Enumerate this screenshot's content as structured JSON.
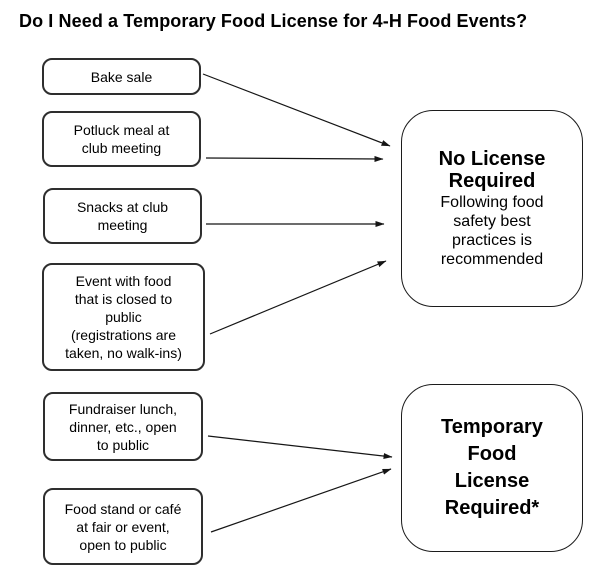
{
  "title": "Do I Need a Temporary Food License for 4-H Food Events?",
  "colors": {
    "background": "#ffffff",
    "text": "#000000",
    "box_border": "#2e2e2e",
    "outcome_border": "#1c1c1c",
    "arrow": "#151515"
  },
  "left_nodes": [
    {
      "id": "bake-sale",
      "label": "Bake sale"
    },
    {
      "id": "potluck",
      "label": "Potluck meal at\nclub meeting"
    },
    {
      "id": "snacks",
      "label": "Snacks at club\nmeeting"
    },
    {
      "id": "closed-event",
      "label": "Event with food\nthat is closed to\npublic\n(registrations are\ntaken, no walk-ins)"
    },
    {
      "id": "fundraiser",
      "label": "Fundraiser lunch,\ndinner, etc., open\nto public"
    },
    {
      "id": "food-stand",
      "label": "Food stand or café\nat fair or event,\nopen to public"
    }
  ],
  "outcomes": [
    {
      "id": "no-license",
      "heading": "No License\nRequired",
      "body": "Following food\nsafety best\npractices is\nrecommended"
    },
    {
      "id": "temporary-license",
      "heading": "Temporary\nFood\nLicense\nRequired*",
      "body": ""
    }
  ],
  "connections": [
    {
      "from": "bake-sale",
      "to": "no-license"
    },
    {
      "from": "potluck",
      "to": "no-license"
    },
    {
      "from": "snacks",
      "to": "no-license"
    },
    {
      "from": "closed-event",
      "to": "no-license"
    },
    {
      "from": "fundraiser",
      "to": "temporary-license"
    },
    {
      "from": "food-stand",
      "to": "temporary-license"
    }
  ]
}
